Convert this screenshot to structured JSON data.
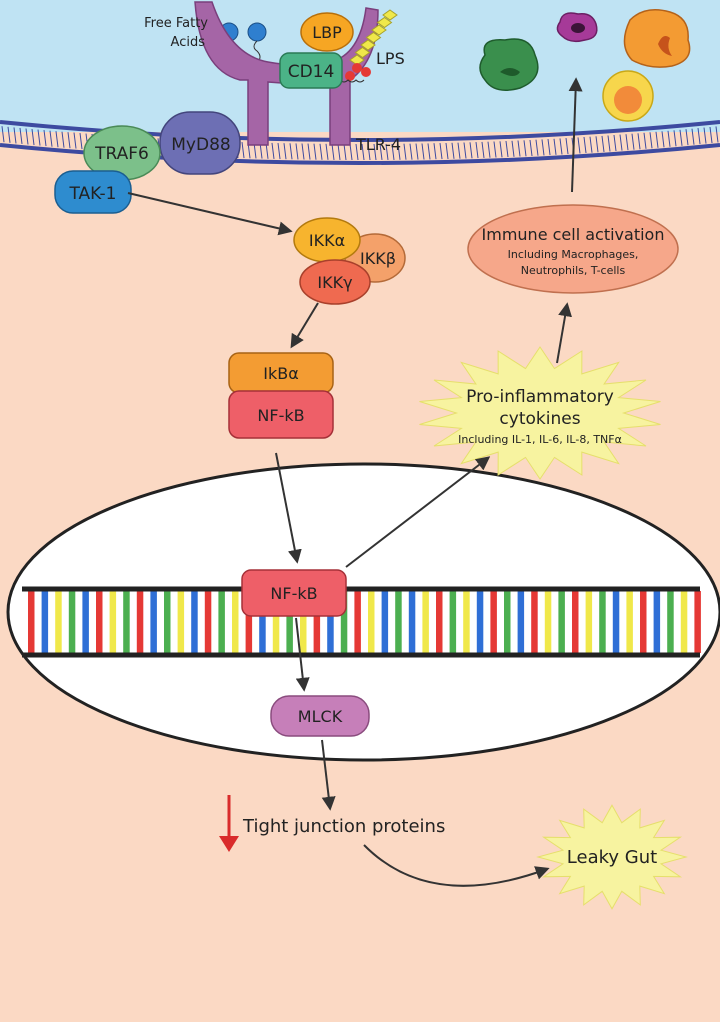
{
  "receptors": {
    "free_fatty_acids": [
      "Free Fatty",
      "Acids"
    ],
    "lbp": "LBP",
    "lps": "LPS",
    "cd14": "CD14",
    "tlr4": "TLR-4"
  },
  "adaptors": {
    "traf6": "TRAF6",
    "myd88": "MyD88",
    "tak1": "TAK-1"
  },
  "ikk": {
    "alpha": "IKKα",
    "beta": "IKKβ",
    "gamma": "IKKγ"
  },
  "complex": {
    "ikba": "IkBα",
    "nfkb": "NF-kB"
  },
  "nucleus": {
    "nfkb": "NF-kB"
  },
  "mlck": "MLCK",
  "tight_junction": "Tight junction proteins",
  "leaky_gut": "Leaky Gut",
  "cytokines": {
    "title_line1": "Pro-inflammatory",
    "title_line2": "cytokines",
    "detail": "Including IL-1, IL-6, IL-8, TNFα"
  },
  "immune": {
    "title": "Immune cell activation",
    "detail_line1": "Including Macrophages,",
    "detail_line2": "Neutrophils, T-cells"
  },
  "colors": {
    "background": "#fbd9c4",
    "lumen": "#bfe3f3",
    "membrane": "#3d4aa0",
    "receptor": "#a565a6",
    "lbp": "#f6a623",
    "cd14": "#4bb387",
    "traf6": "#7cc08a",
    "myd88": "#6d6fb4",
    "tak1": "#2e8ccf",
    "ikka": "#f7b42e",
    "ikkb": "#f4a16a",
    "ikkg": "#ef6a50",
    "ikba": "#f39c33",
    "nfkb": "#ee5f68",
    "mlck": "#c67fb9",
    "cytokine_burst": "#f7f3a0",
    "immune_ellipse": "#f6a78a",
    "down_arrow": "#d92b2b",
    "dna_colors": [
      "#e53935",
      "#2f6fd6",
      "#f0e84a",
      "#4caf50"
    ]
  }
}
